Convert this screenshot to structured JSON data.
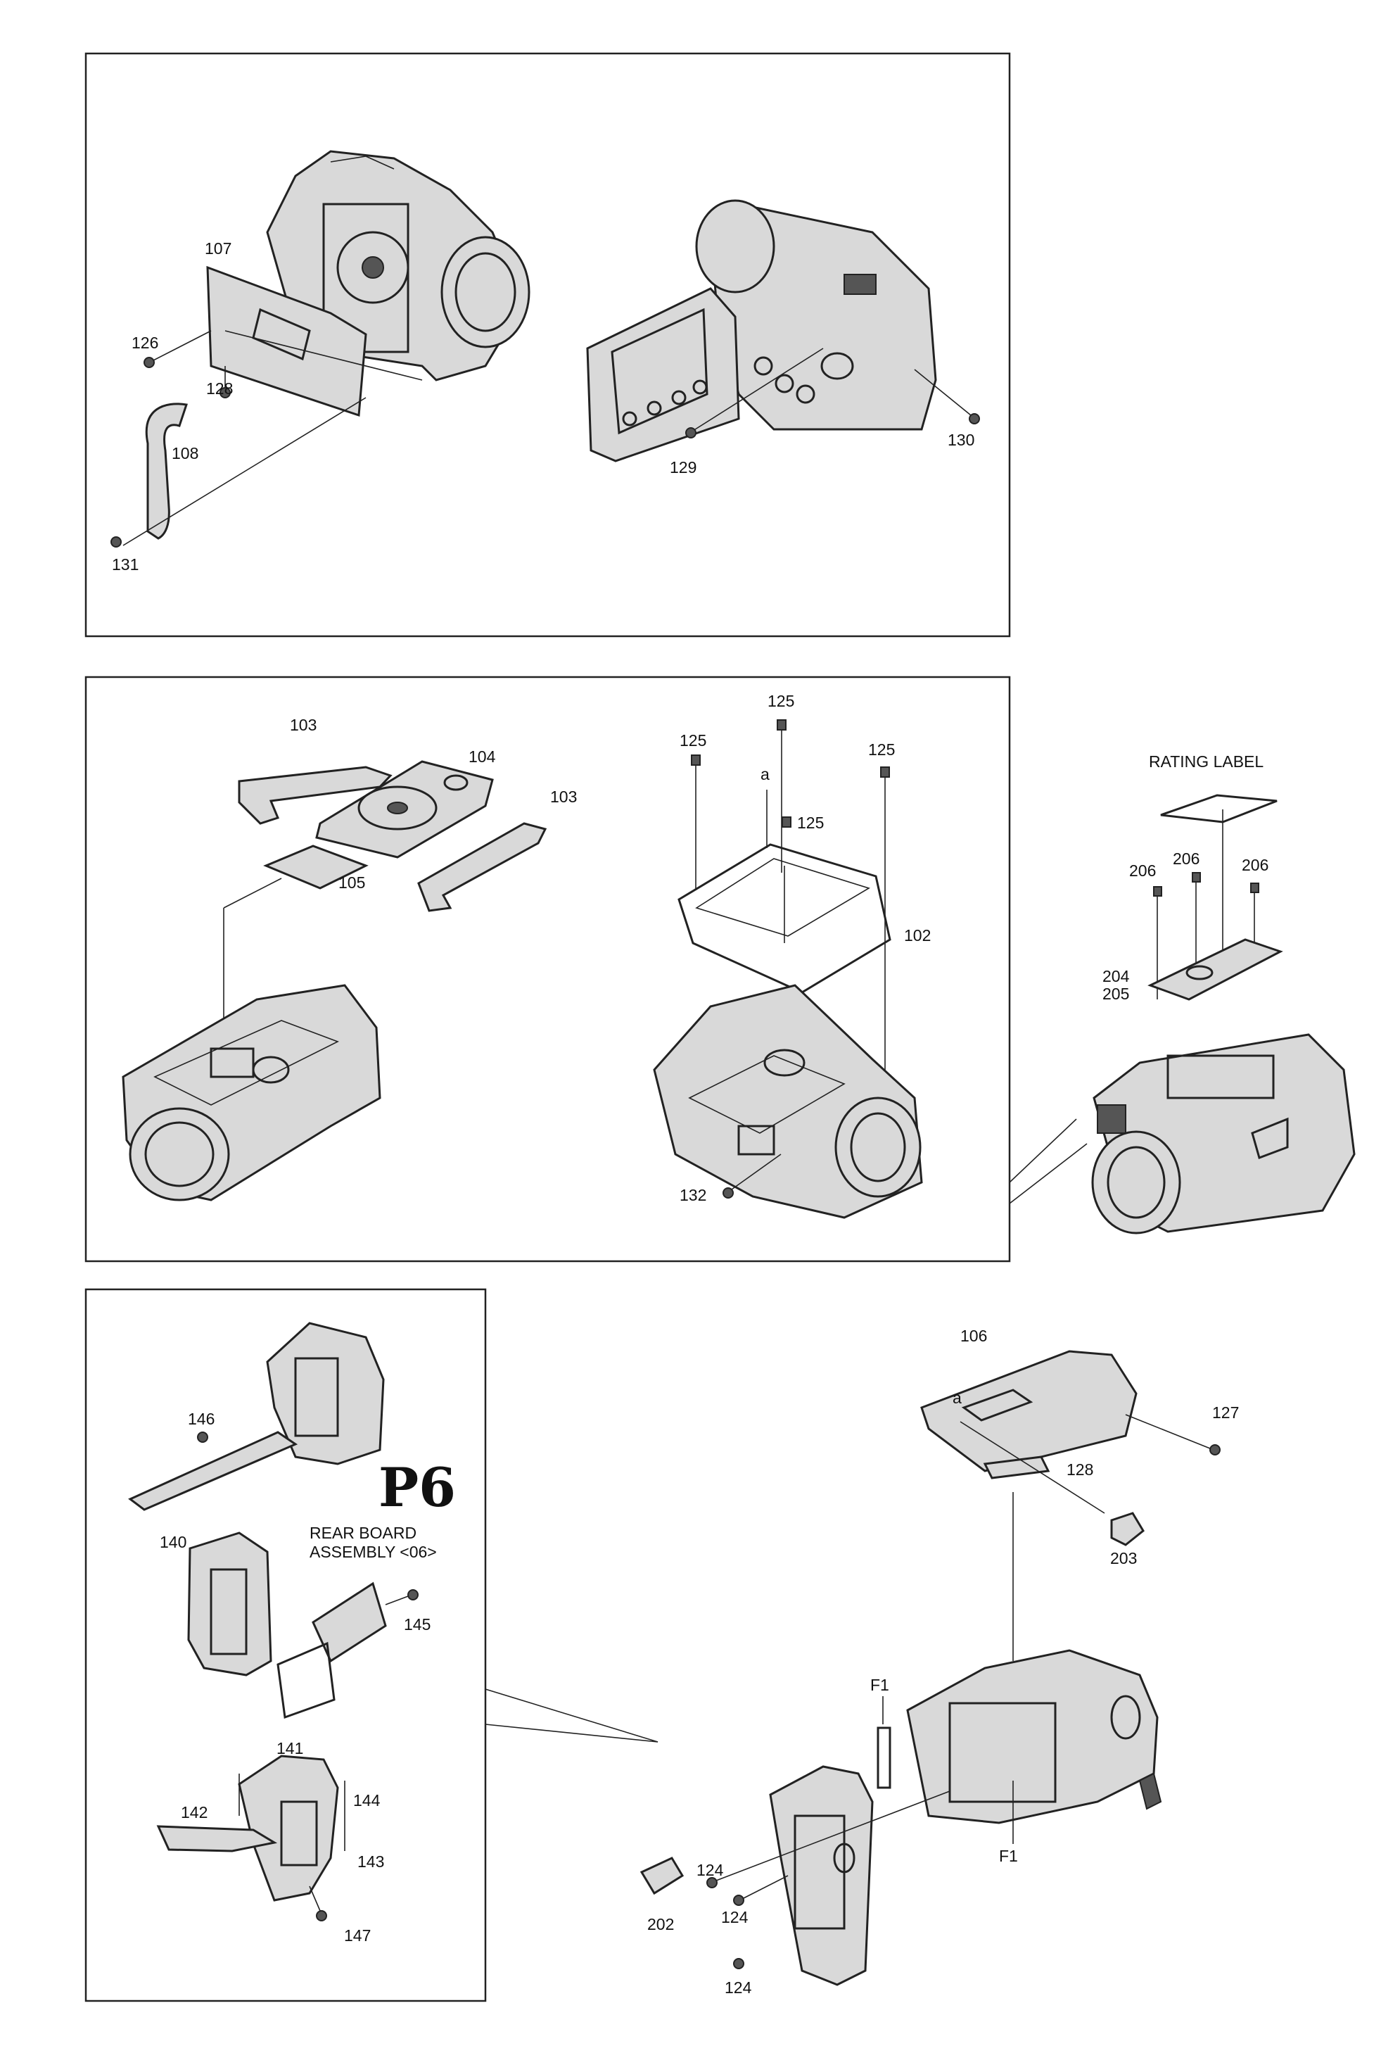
{
  "panel_top": {
    "labels": {
      "l107": "107",
      "l126": "126",
      "l128": "128",
      "l108": "108",
      "l131": "131",
      "l129": "129",
      "l130": "130"
    }
  },
  "panel_middle": {
    "labels": {
      "l103a": "103",
      "l104": "104",
      "l103b": "103",
      "l105": "105",
      "l125a": "125",
      "l125b": "125",
      "l125c": "125",
      "l125d": "125",
      "la": "a",
      "l102": "102",
      "l132": "132"
    }
  },
  "rating": {
    "labels": {
      "rating_label": "RATING LABEL",
      "l206a": "206",
      "l206b": "206",
      "l206c": "206",
      "l204": "204",
      "l205": "205"
    }
  },
  "panel_bottom": {
    "labels": {
      "l146": "146",
      "p6": "P6",
      "rear_board_1": "REAR BOARD",
      "rear_board_2": "ASSEMBLY <06>",
      "l140": "140",
      "l145": "145",
      "l141": "141",
      "l142": "142",
      "l144": "144",
      "l143": "143",
      "l147": "147"
    }
  },
  "bottom_right": {
    "labels": {
      "l106": "106",
      "la": "a",
      "l127": "127",
      "l128": "128",
      "l203": "203",
      "lF1a": "F1",
      "lF1b": "F1",
      "l124a": "124",
      "l124b": "124",
      "l124c": "124",
      "l202": "202"
    }
  }
}
